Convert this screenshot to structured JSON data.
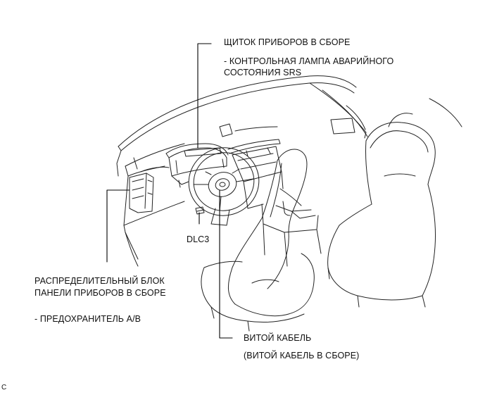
{
  "labels": {
    "instrument_cluster": "ЩИТОК ПРИБОРОВ В СБОРЕ",
    "srs_lamp_line1": "- КОНТРОЛЬНАЯ ЛАМПА АВАРИЙНОГО",
    "srs_lamp_line2": "СОСТОЯНИЯ SRS",
    "dlc3": "DLC3",
    "junction_block_line1": "РАСПРЕДЕЛИТЕЛЬНЫЙ БЛОК",
    "junction_block_line2": "ПАНЕЛИ ПРИБОРОВ В СБОРЕ",
    "fuse": "- ПРЕДОХРАНИТЕЛЬ A/B",
    "spiral_cable": "ВИТОЙ КАБЕЛЬ",
    "spiral_cable_assy": "(ВИТОЙ КАБЕЛЬ В СБОРЕ)",
    "corner_code": "C"
  },
  "colors": {
    "line": "#222222",
    "leader": "#000000",
    "background": "#ffffff"
  }
}
